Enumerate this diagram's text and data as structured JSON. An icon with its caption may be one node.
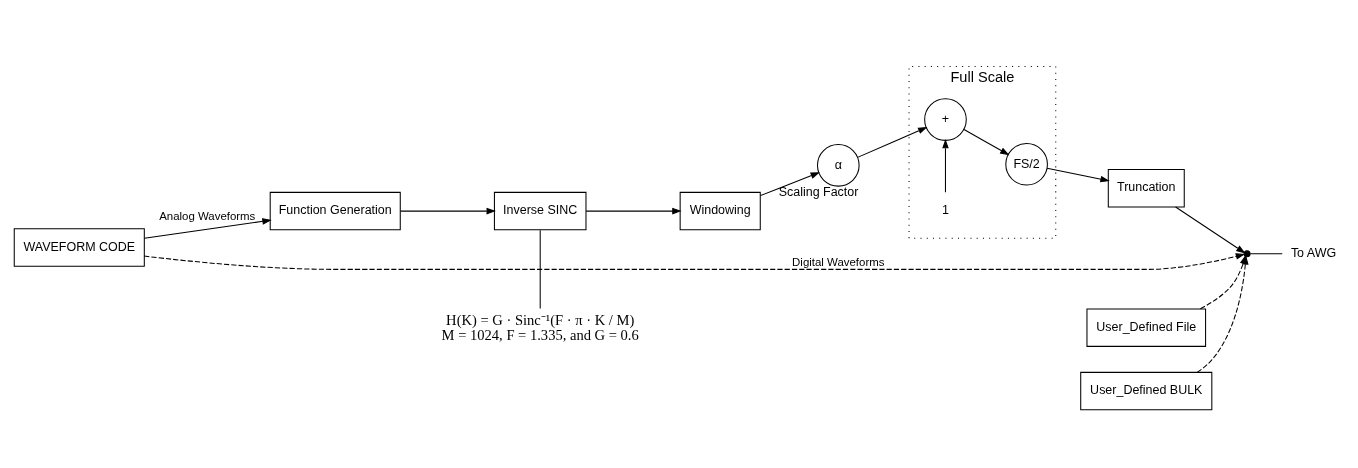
{
  "diagram": {
    "nodes": [
      {
        "text": [
          "WAVEFORM CODE"
        ]
      },
      {
        "text": [
          "Function Generation"
        ]
      },
      {
        "text": [
          "Inverse SINC"
        ]
      },
      {
        "text": [
          "Windowing"
        ]
      },
      {
        "text": [
          "α"
        ],
        "beside": [
          "Scaling Factor"
        ]
      },
      {
        "text": [
          "Full Scale"
        ]
      },
      {
        "text": [
          "+"
        ],
        "in": 5
      },
      {
        "text": [
          "FS/2"
        ],
        "in": 5
      },
      {
        "text": [
          "1"
        ],
        "in": 5
      },
      {
        "text": [
          "Truncation"
        ]
      },
      {
        "text": [
          "User_Defined File"
        ]
      },
      {
        "text": [
          "User_Defined BULK"
        ]
      },
      {
        "text": [],
        "shape": "dot"
      },
      {
        "text": [
          "To AWG"
        ]
      },
      {
        "text": [
          "H(K) = G · Sinc⁻¹(F · π · K / M)",
          "M = 1024, F = 1.335, and G = 0.6"
        ]
      }
    ],
    "edges": [
      {
        "from": 0,
        "to": 1,
        "arrow": "to",
        "label": "Analog Waveforms"
      },
      {
        "from": 0,
        "to": 12,
        "arrow": "to",
        "label": "Digital Waveforms",
        "style": "dashed"
      },
      {
        "from": 1,
        "to": 2,
        "arrow": "to"
      },
      {
        "from": 2,
        "to": 3,
        "arrow": "to"
      },
      {
        "from": 3,
        "to": 4,
        "arrow": "to"
      },
      {
        "from": 4,
        "to": 6,
        "arrow": "to"
      },
      {
        "from": 6,
        "to": 7,
        "arrow": "to"
      },
      {
        "from": 8,
        "to": 6,
        "arrow": "to"
      },
      {
        "from": 7,
        "to": 9,
        "arrow": "to"
      },
      {
        "from": 9,
        "to": 12,
        "arrow": "to"
      },
      {
        "from": 10,
        "to": 12,
        "arrow": "to",
        "style": "dashed"
      },
      {
        "from": 11,
        "to": 12,
        "arrow": "to",
        "style": "dashed"
      },
      {
        "from": 12,
        "to": 13,
        "arrow": "none"
      },
      {
        "from": 14,
        "to": 2,
        "arrow": "none"
      }
    ]
  }
}
